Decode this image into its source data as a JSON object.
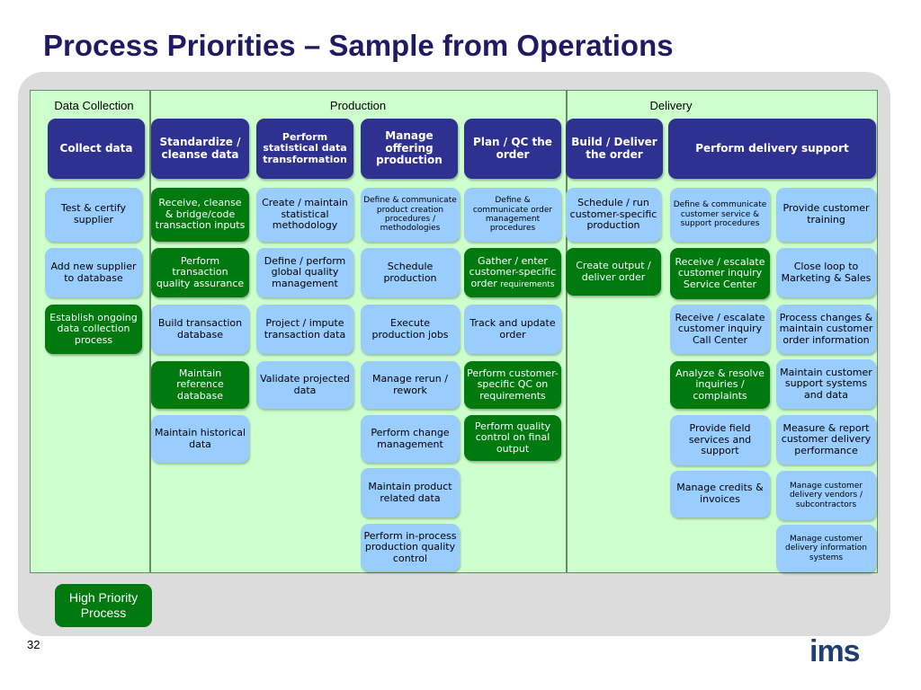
{
  "title": "Process Priorities – Sample from Operations",
  "sections": {
    "data_collection": "Data Collection",
    "production": "Production",
    "delivery": "Delivery"
  },
  "heads": {
    "collect_data": "Collect data",
    "standardize": "Standardize / cleanse data",
    "statistical": "Perform statistical data transformation",
    "manage_offering": "Manage offering production",
    "plan_qc": "Plan / QC  the order",
    "build_deliver": "Build / Deliver the order",
    "delivery_support": "Perform delivery support"
  },
  "boxes": {
    "c1r1": "Test & certify supplier",
    "c1r2": "Add new supplier to database",
    "c1r3": "Establish ongoing data collection process",
    "c2r1": "Receive, cleanse & bridge/code transaction inputs",
    "c2r2": "Perform transaction quality assurance",
    "c2r3": "Build transaction database",
    "c2r4": "Maintain reference database",
    "c2r5": "Maintain historical data",
    "c3r1": "Create / maintain statistical methodology",
    "c3r2": "Define / perform global quality management",
    "c3r3": "Project / impute transaction data",
    "c3r4": "Validate projected data",
    "c4r1": "Define & communicate product creation procedures / methodologies",
    "c4r2": "Schedule production",
    "c4r3": "Execute production jobs",
    "c4r4": "Manage rerun / rework",
    "c4r5": "Perform change management",
    "c4r6": "Maintain product related data",
    "c4r7": "Perform in-process production quality control",
    "c5r1": "Define & communicate order management procedures",
    "c5r2a": "Gather / enter customer-specific order",
    "c5r2b": "requirements",
    "c5r3": "Track and update order",
    "c5r4": "Perform customer-specific QC on requirements",
    "c5r5": "Perform quality control on final output",
    "c6r1": "Schedule / run customer-specific production",
    "c6r2": "Create output / deliver order",
    "c7r1": "Define & communicate customer service & support procedures",
    "c7r2": "Receive / escalate customer inquiry Service Center",
    "c7r3": "Receive / escalate customer inquiry Call Center",
    "c7r4": "Analyze & resolve inquiries / complaints",
    "c7r5": "Provide field services and support",
    "c7r6": "Manage credits & invoices",
    "c8r1": "Provide customer training",
    "c8r2": "Close loop to Marketing & Sales",
    "c8r3": "Process changes & maintain customer order information",
    "c8r4": "Maintain customer support systems and data",
    "c8r5": "Measure & report customer delivery performance",
    "c8r6": "Manage customer delivery vendors / subcontractors",
    "c8r7": "Manage customer delivery information systems"
  },
  "legend": "High Priority Process",
  "page_number": "32",
  "logo": "ims",
  "colors": {
    "title": "#1f1b62",
    "head": "#2e3190",
    "standard": "#99ccff",
    "high_priority": "#007a0e",
    "section_bg": "#ccffcc",
    "panel": "#dcdcdc"
  }
}
